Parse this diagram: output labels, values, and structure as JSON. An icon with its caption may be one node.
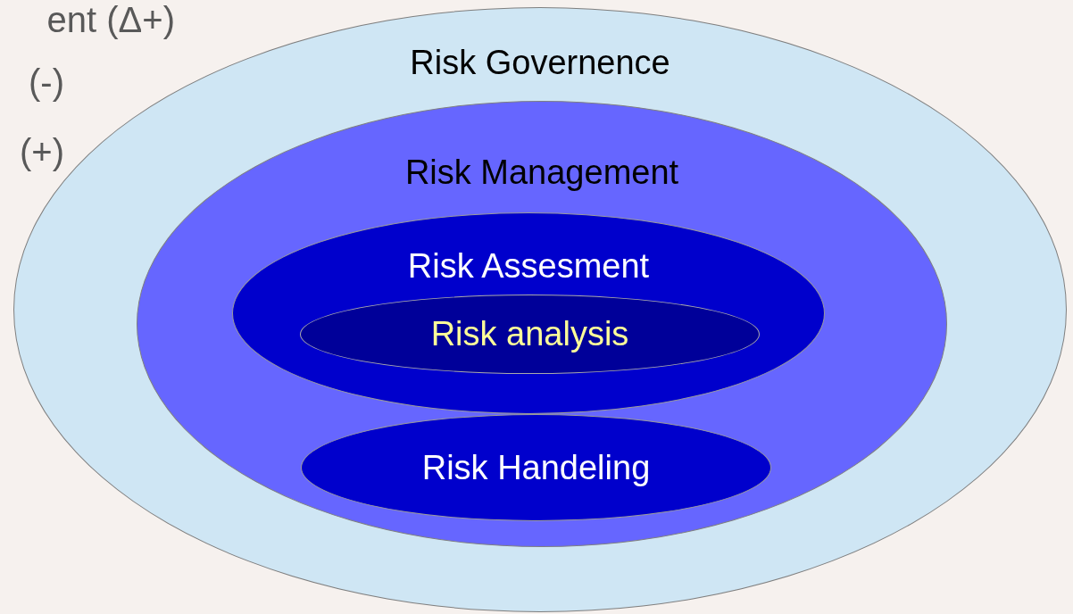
{
  "diagram": {
    "nodes": [
      {
        "text": [
          "Risk Governence"
        ]
      },
      {
        "text": [
          "Risk Management"
        ],
        "in": 0
      },
      {
        "text": [
          "Risk Assesment"
        ],
        "in": 1
      },
      {
        "text": [
          "Risk analysis"
        ],
        "in": 2
      },
      {
        "text": [
          "Risk Handeling"
        ],
        "in": 1
      }
    ],
    "labels": [
      "ent (Δ+)",
      "(-)",
      "(+)"
    ]
  }
}
